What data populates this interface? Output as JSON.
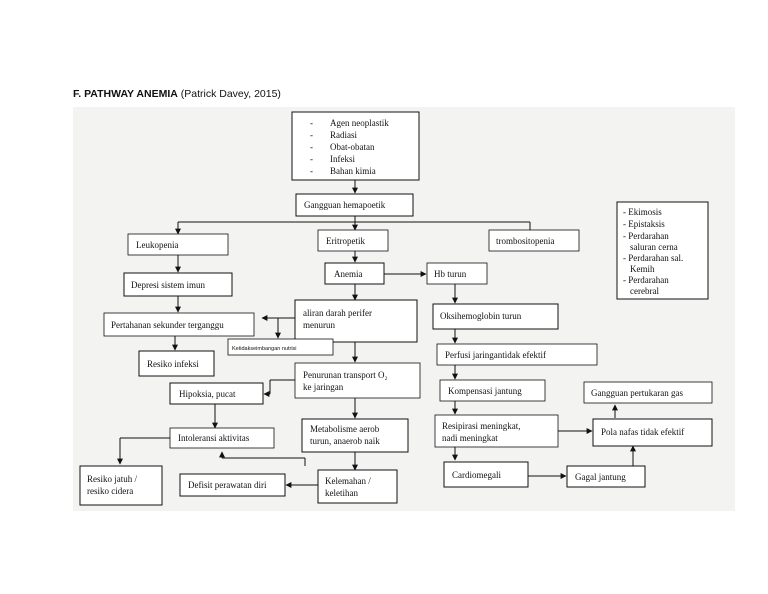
{
  "title": {
    "bold": "F. PATHWAY ANEMIA",
    "rest": "(Patrick Davey, 2015)"
  },
  "nodes": {
    "agen": "Agen neoplastik",
    "radiasi": "Radiasi",
    "obat": "Obat-obatan",
    "infeksi": "Infeksi",
    "bahan": "Bahan kimia",
    "gangguan": "Gangguan hemapoetik",
    "leukopenia": "Leukopenia",
    "eritropetik": "Eritropetik",
    "trombositopenia": "trombositopenia",
    "ekimosis": "Ekimosis",
    "epistaksis": "Epistaksis",
    "perdarahan1a": "Perdarahan",
    "perdarahan1b": "saluran cerna",
    "perdarahan2a": "Perdarahan sal.",
    "perdarahan2b": "Kemih",
    "perdarahan3a": "Perdarahan",
    "perdarahan3b": "cerebral",
    "depresi": "Depresi sistem imun",
    "anemia": "Anemia",
    "hb": "Hb turun",
    "pertahanan": "Pertahanan sekunder terganggu",
    "aliran1": "aliran darah perifer",
    "aliran2": "menurun",
    "oksi": "Oksihemoglobin turun",
    "ketidak": "Ketidakseimbangan nutrisi",
    "resiko_infeksi": "Resiko infeksi",
    "perfusi": "Perfusi jaringantidak efektif",
    "penurunan1": "Penurunan transport O₂",
    "penurunan2": "ke jaringan",
    "hipoksia": "Hipoksia, pucat",
    "kompensasi": "Kompensasi jantung",
    "gangguan_gas": "Gangguan pertukaran gas",
    "metab1": "Metabolisme aerob",
    "metab2": "turun, anaerob naik",
    "respirasi1": "Resipirasi meningkat,",
    "respirasi2": "nadi meningkat",
    "pola": "Pola nafas tidak efektif",
    "intoleransi": "Intoleransi aktivitas",
    "cardiomegali": "Cardiomegali",
    "gagal": "Gagal jantung",
    "resiko_jatuh1": "Resiko jatuh /",
    "resiko_jatuh2": "resiko cidera",
    "defisit": "Defisit perawatan diri",
    "kelemahan1": "Kelemahan /",
    "kelemahan2": "keletihan"
  }
}
